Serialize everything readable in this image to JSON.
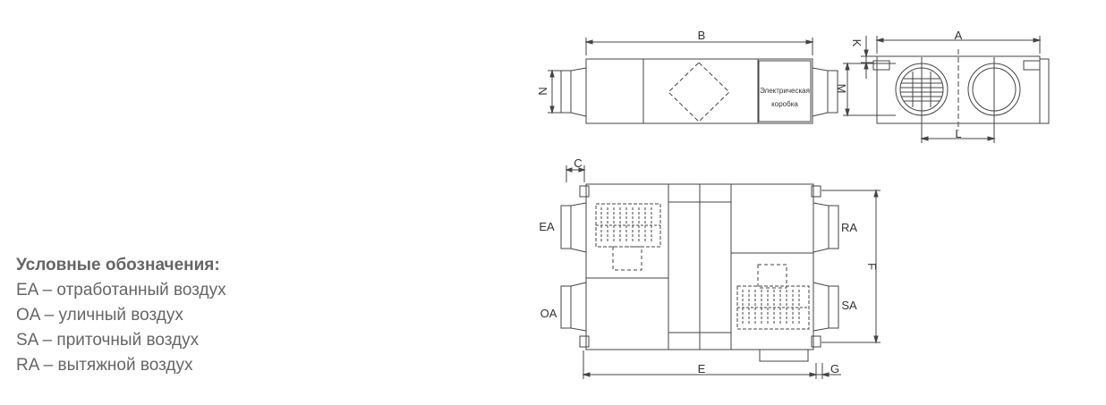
{
  "legend": {
    "title": "Условные обозначения:",
    "items": [
      "EA – отработанный воздух",
      "OA – уличный воздух",
      "SA – приточный воздух",
      "RA – вытяжной воздух"
    ]
  },
  "dimensions": {
    "A": "A",
    "B": "B",
    "C": "C",
    "E": "E",
    "F": "F",
    "G": "G",
    "K": "K",
    "L": "L",
    "M": "M",
    "N": "N"
  },
  "ports": {
    "EA": "EA",
    "OA": "OA",
    "RA": "RA",
    "SA": "SA"
  },
  "box_label": {
    "line1": "Электрическая",
    "line2": "коробка"
  },
  "colors": {
    "line": "#444444",
    "text": "#333333",
    "legend": "#666666"
  }
}
